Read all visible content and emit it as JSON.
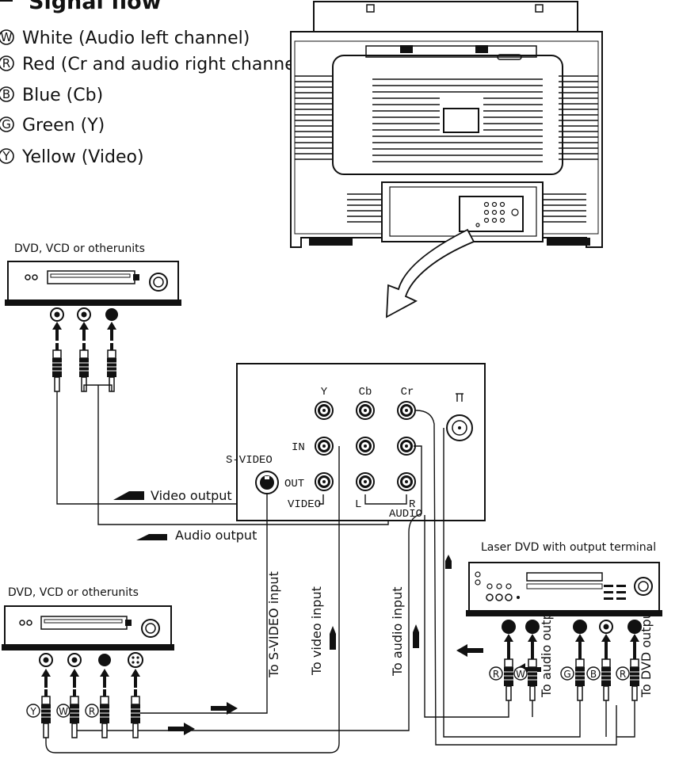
{
  "title": "Signal flow",
  "legend": [
    {
      "code": "W",
      "text": "White (Audio left channel)"
    },
    {
      "code": "R",
      "text": "Red (Cr and audio right channel)"
    },
    {
      "code": "B",
      "text": "Blue (Cb)"
    },
    {
      "code": "G",
      "text": "Green (Y)"
    },
    {
      "code": "Y",
      "text": "Yellow (Video)"
    }
  ],
  "devices": {
    "top_left": "DVD, VCD or otherunits",
    "bottom_left": "DVD, VCD or otherunits",
    "bottom_right": "Laser DVD with output terminal"
  },
  "panel": {
    "y": "Y",
    "cb": "Cb",
    "cr": "Cr",
    "in": "IN",
    "out": "OUT",
    "s_video": "S-VIDEO",
    "video": "VIDEO",
    "l": "L",
    "r": "R",
    "audio": "AUDIO"
  },
  "flow": {
    "video_output": "Video output",
    "audio_output": "Audio output",
    "to_s_video_input": "To S-VIDEO input",
    "to_video_input": "To video input",
    "to_audio_input": "To audio input",
    "to_audio_output": "To audio output",
    "to_dvd_output": "To DVD output"
  },
  "plug_badges": {
    "bottom_left": [
      "Y",
      "W",
      "R"
    ],
    "bottom_right": [
      "R",
      "W",
      "G",
      "B",
      "R"
    ]
  }
}
